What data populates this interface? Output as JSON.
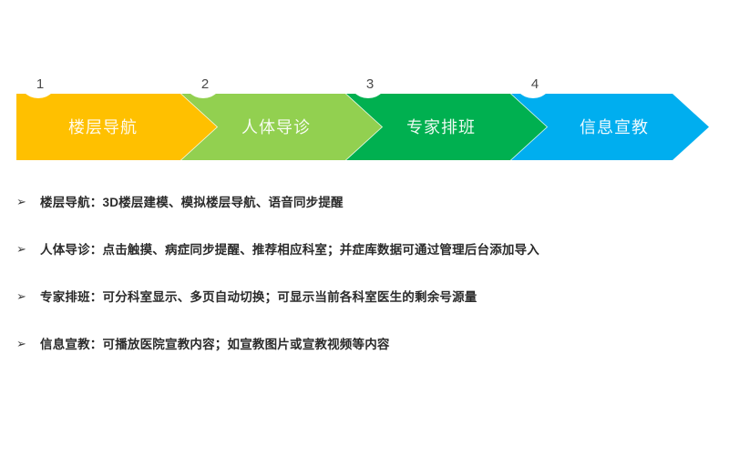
{
  "slide": {
    "background_color": "#FFFFFF"
  },
  "process": {
    "steps": [
      {
        "number": "1",
        "label": "楼层导航",
        "color": "#FFC000"
      },
      {
        "number": "2",
        "label": "人体导诊",
        "color": "#92D050"
      },
      {
        "number": "3",
        "label": "专家排班",
        "color": "#00B050"
      },
      {
        "number": "4",
        "label": "信息宣教",
        "color": "#00AEEF"
      }
    ]
  },
  "details": {
    "bullet_marker": "➢",
    "items": [
      {
        "text": "楼层导航：3D楼层建模、模拟楼层导航、语音同步提醒"
      },
      {
        "text": "人体导诊：点击触摸、病症同步提醒、推荐相应科室；并症库数据可通过管理后台添加导入"
      },
      {
        "text": "专家排班：可分科室显示、多页自动切换；可显示当前各科室医生的剩余号源量"
      },
      {
        "text": "信息宣教：可播放医院宣教内容；如宣教图片或宣教视频等内容"
      }
    ]
  }
}
